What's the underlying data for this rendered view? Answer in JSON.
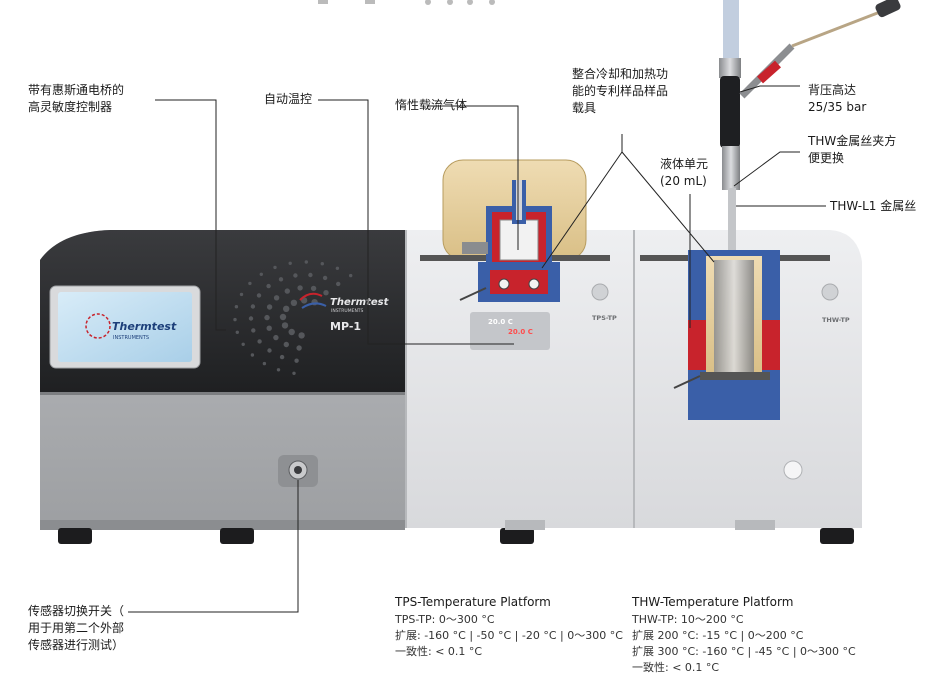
{
  "labels": {
    "controller": [
      "带有惠斯通电桥的",
      "高灵敏度控制器"
    ],
    "auto_temp": "自动温控",
    "inert_gas": "惰性载流气体",
    "cooling_heating": [
      "整合冷却和加热功",
      "能的专利样品样品",
      "载具"
    ],
    "liquid_cell": [
      "液体单元",
      "(20 mL)"
    ],
    "back_pressure": [
      "背压高达",
      "25/35 bar"
    ],
    "thw_clamp": [
      "THW金属丝夹方",
      "便更换"
    ],
    "thw_wire": "THW-L1 金属丝",
    "sensor_switch": [
      "传感器切换开关（",
      "用于用第二个外部",
      "传感器进行测试）"
    ]
  },
  "device": {
    "brand": "Thermtest",
    "brand_sub": "INSTRUMENTS",
    "model": "MP-1",
    "screen_brand": "Thermtest",
    "screen_sub": "INSTRUMENTS",
    "module1_tag": "TPS-TP",
    "module2_tag": "THW-TP",
    "module1_readout1": "20.0 C",
    "module1_readout2": "20.0 C"
  },
  "specs": {
    "tps": {
      "title": "TPS-Temperature Platform",
      "lines": [
        "TPS-TP: 0～300 °C",
        "扩展: -160 °C | -50 °C | -20 °C | 0～300 °C",
        "一致性: < 0.1 °C"
      ]
    },
    "thw": {
      "title": "THW-Temperature Platform",
      "lines": [
        "THW-TP: 10～200 °C",
        "扩展 200 °C: -15 °C | 0～200 °C",
        "扩展 300 °C: -160 °C | -45 °C | 0～300 °C",
        "一致性: < 0.1 °C"
      ]
    }
  },
  "colors": {
    "blue": "#3a5fa8",
    "red": "#c8232c",
    "tan": "#e6cf9e",
    "dark_panel": "#2e2e30",
    "body_gray": "#a9abae",
    "module_light": "#e4e5e7"
  }
}
